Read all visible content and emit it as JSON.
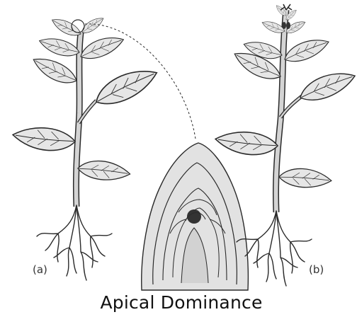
{
  "figure": {
    "caption": "Apical Dominance",
    "panel_a_label": "(a)",
    "panel_b_label": "(b)"
  },
  "colors": {
    "leaf_fill": "#e6e6e6",
    "stem_fill": "#d4d4d4",
    "outline": "#2a2a2a",
    "bud_fill": "#dcdcdc",
    "meristem_dark": "#333333"
  },
  "icons": {
    "apical_bud_highlight": "circle-outline",
    "zoom_connector": "dashed-curve"
  }
}
